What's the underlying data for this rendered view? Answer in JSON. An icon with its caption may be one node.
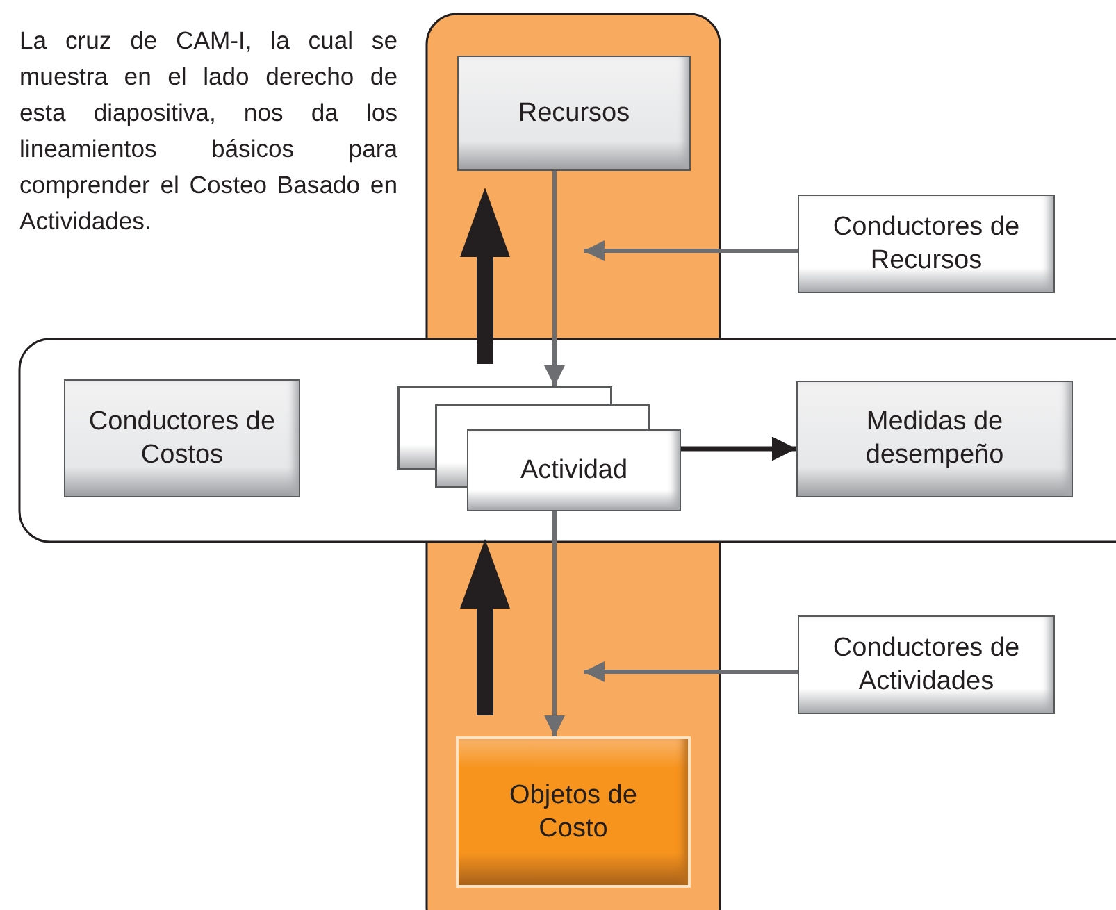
{
  "diagram": {
    "nodes": [
      {
        "text": [
          "Recursos"
        ]
      },
      {
        "text": [
          "Conductores de Recursos"
        ]
      },
      {
        "text": [
          "Conductores de Costos"
        ]
      },
      {
        "text": [
          "Actividad"
        ]
      },
      {
        "text": [
          "Medidas de desempeño"
        ]
      },
      {
        "text": [
          "Conductores de Actividades"
        ]
      },
      {
        "text": [
          "Objetos de Costo"
        ]
      }
    ],
    "edges": [
      {
        "from": 0,
        "to": 3,
        "arrow": "to"
      },
      {
        "from": 1,
        "to": null,
        "arrow": "to"
      },
      {
        "from": 3,
        "to": 4,
        "arrow": "to",
        "color": "#231f20"
      },
      {
        "from": 3,
        "to": 6,
        "arrow": "to"
      },
      {
        "from": 5,
        "to": null,
        "arrow": "to"
      }
    ],
    "labels": [
      "La cruz de CAM-I, la cual se muestra en el lado derecho de esta diapositiva, nos da los lineamientos básicos para comprender el Costeo Basado en Actividades."
    ]
  }
}
